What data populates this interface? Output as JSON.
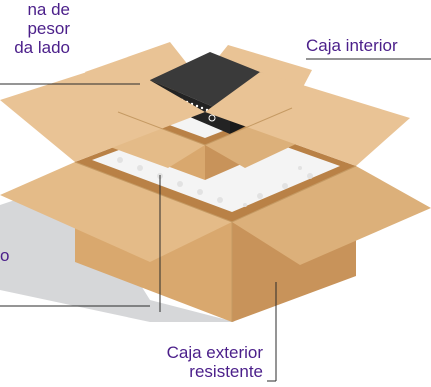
{
  "labels": {
    "foam_lines": [
      "na de",
      "pesor",
      "da lado"
    ],
    "inner_box": "Caja interior",
    "side_fragment": "o",
    "outer_lines": [
      "Caja exterior",
      "resistente"
    ]
  },
  "colors": {
    "label_text": "#4b1f8a",
    "leader_line": "#2b2b2b",
    "box_top": "#e9c395",
    "box_front": "#d9a86e",
    "box_side": "#c8935a",
    "box_inner_wall": "#b98146",
    "packing_peanuts": "#f4f4f4",
    "shadow": "#d6d7d9",
    "dvr_body": "#232323"
  },
  "icons": [
    "dvr-device-icon",
    "cardboard-box-icon",
    "packing-peanuts-icon"
  ]
}
